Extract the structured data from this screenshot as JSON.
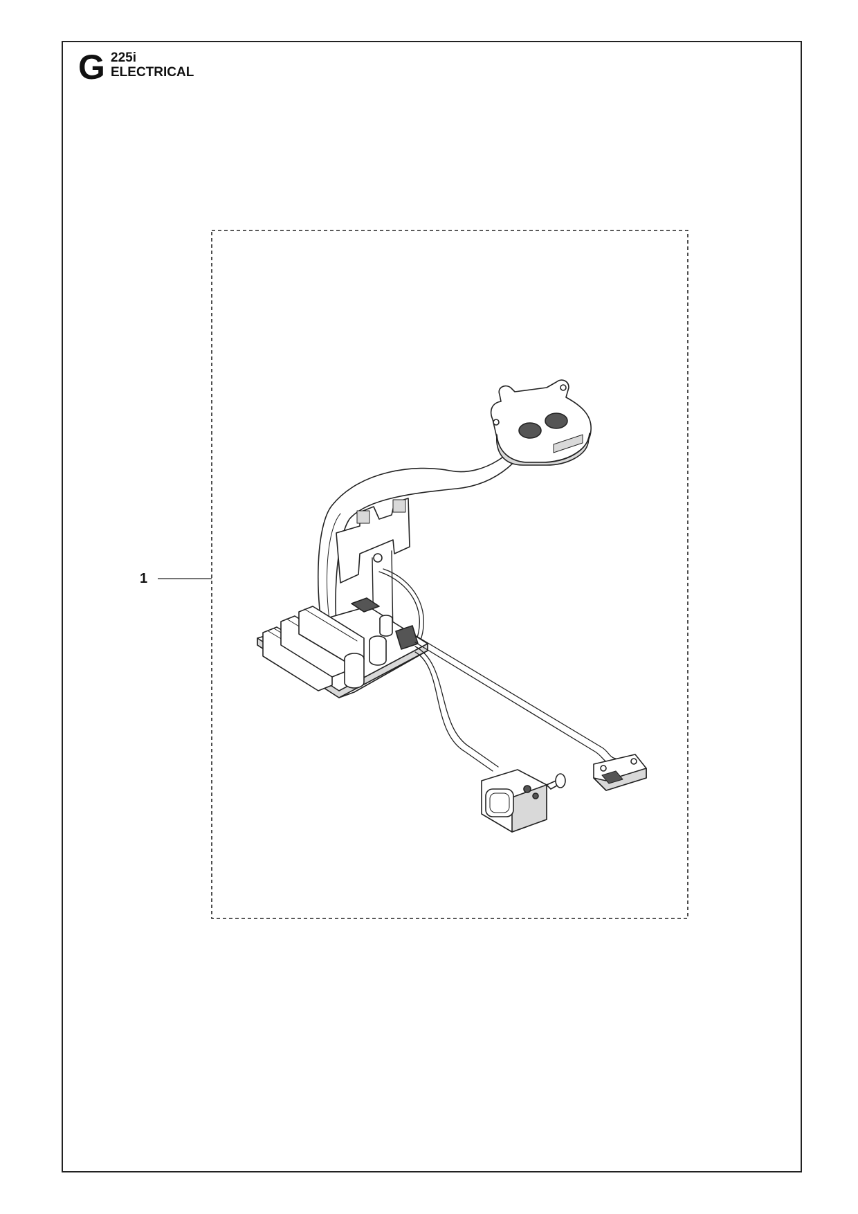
{
  "header": {
    "section_letter": "G",
    "model": "225i",
    "section_title": "ELECTRICAL"
  },
  "callouts": [
    {
      "number": "1"
    }
  ],
  "colors": {
    "line": "#222222",
    "fill_light": "#ffffff",
    "fill_grey": "#d9d9d9",
    "fill_dark": "#555555"
  }
}
